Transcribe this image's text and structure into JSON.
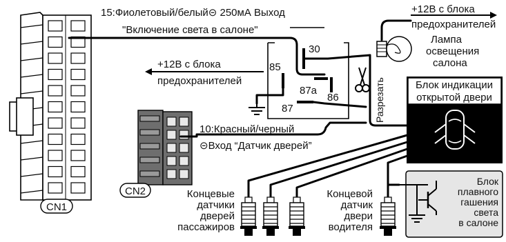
{
  "connectors": {
    "cn1": "CN1",
    "cn2": "CN2"
  },
  "wire15": {
    "line1": "15:Фиолетовый/белый⊝ 250мА Выход",
    "line2": "\"Включение света в салоне\""
  },
  "wire10": {
    "line1": "10:Красный/черный",
    "line2": "⊝Вход “Датчик дверей”"
  },
  "relay": {
    "pins": [
      "30",
      "85",
      "87a",
      "86",
      "87"
    ]
  },
  "supply_top": {
    "line1": "+12В с блока",
    "line2": "предохранителей"
  },
  "supply_left": {
    "line1": "+12В с блока",
    "line2": "предохранителей"
  },
  "lamp": {
    "line1": "Лампа",
    "line2": "освещения",
    "line3": "салона"
  },
  "cut_label": "Разрезать",
  "door_block": {
    "line1": "Блок индикации",
    "line2": "открытой двери"
  },
  "fade_block": {
    "lines": [
      "Блок",
      "плавного",
      "гашения",
      "света",
      "в салоне"
    ]
  },
  "passenger_sensors": {
    "lines": [
      "Концевые",
      "датчики",
      "дверей",
      "пассажиров"
    ]
  },
  "driver_sensor": {
    "lines": [
      "Концевой",
      "датчик",
      "двери",
      "водителя"
    ]
  },
  "colors": {
    "door_block_bg": "#000000",
    "fade_block_bg": "#e6e6e6",
    "connector_gray": "#6e6e6e"
  }
}
